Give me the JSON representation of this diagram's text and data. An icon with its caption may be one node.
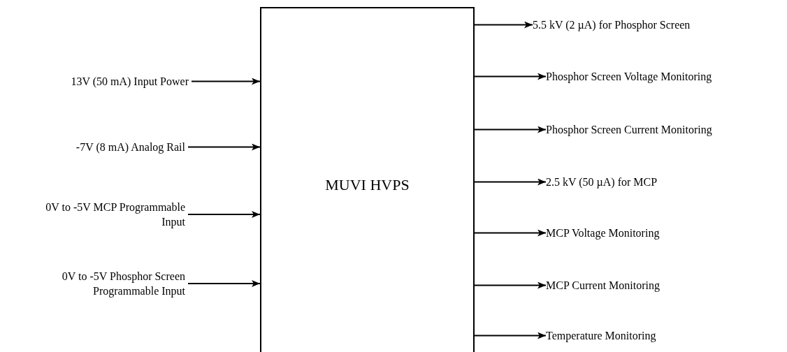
{
  "diagram": {
    "nodes": [
      {
        "text": [
          "MUVI HVPS"
        ]
      },
      {
        "text": [
          "13V (50 mA) Input Power"
        ]
      },
      {
        "text": [
          "-7V (8 mA) Analog Rail"
        ]
      },
      {
        "text": [
          "0V to -5V MCP Programmable Input"
        ]
      },
      {
        "text": [
          "0V to -5V Phosphor Screen Programmable Input"
        ]
      },
      {
        "text": [
          "5.5 kV (2 µA) for Phosphor Screen"
        ]
      },
      {
        "text": [
          "Phosphor Screen Voltage Monitoring"
        ]
      },
      {
        "text": [
          "Phosphor Screen Current Monitoring"
        ]
      },
      {
        "text": [
          "2.5 kV (50 µA) for MCP"
        ]
      },
      {
        "text": [
          "MCP Voltage Monitoring"
        ]
      },
      {
        "text": [
          "MCP Current Monitoring"
        ]
      },
      {
        "text": [
          "Temperature Monitoring"
        ]
      }
    ],
    "edges": [
      {
        "from": 1,
        "to": 0,
        "arrow": "to"
      },
      {
        "from": 2,
        "to": 0,
        "arrow": "to"
      },
      {
        "from": 3,
        "to": 0,
        "arrow": "to"
      },
      {
        "from": 4,
        "to": 0,
        "arrow": "to"
      },
      {
        "from": 0,
        "to": 5,
        "arrow": "to"
      },
      {
        "from": 0,
        "to": 6,
        "arrow": "to"
      },
      {
        "from": 0,
        "to": 7,
        "arrow": "to"
      },
      {
        "from": 0,
        "to": 8,
        "arrow": "to"
      },
      {
        "from": 0,
        "to": 9,
        "arrow": "to"
      },
      {
        "from": 0,
        "to": 10,
        "arrow": "to"
      },
      {
        "from": 0,
        "to": 11,
        "arrow": "to"
      }
    ]
  }
}
